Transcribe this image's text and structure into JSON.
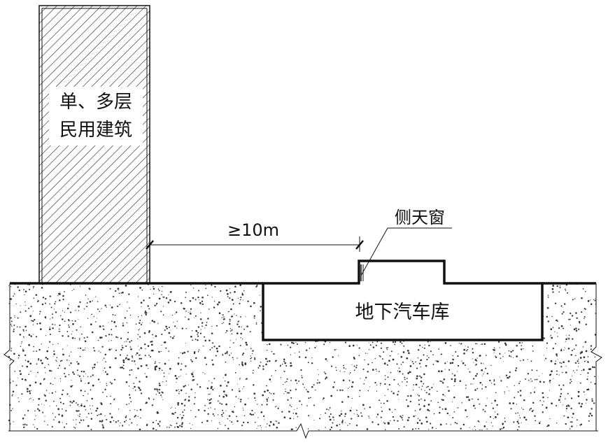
{
  "labels": {
    "building_line1": "单、多层",
    "building_line2": "民用建筑",
    "dimension": "≥10m",
    "skylight": "侧天窗",
    "garage": "地下汽车库"
  },
  "colors": {
    "line": "#111111",
    "background": "#ffffff",
    "soil_dots": "#333333"
  }
}
